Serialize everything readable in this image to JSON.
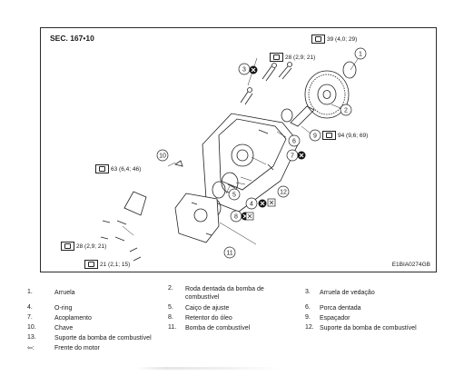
{
  "header": {
    "section": "SEC. 167•10"
  },
  "image_code": "E1BIA0274GB",
  "torques": [
    {
      "id": "t1",
      "value": "39 (4,0; 29)"
    },
    {
      "id": "t2",
      "value": "28 (2,9; 21)"
    },
    {
      "id": "t3",
      "value": "94 (9,6; 69)"
    },
    {
      "id": "t4",
      "value": "63 (6,4; 46)"
    },
    {
      "id": "t5",
      "value": "28 (2,9; 21)"
    },
    {
      "id": "t6",
      "value": "21 (2,1; 15)"
    }
  ],
  "callouts": [
    "1",
    "2",
    "3",
    "4",
    "5",
    "6",
    "7",
    "8",
    "9",
    "10",
    "11",
    "12"
  ],
  "legend": [
    {
      "num": "1.",
      "text": "Arruela"
    },
    {
      "num": "2.",
      "text": "Roda dentada da bomba de combustível"
    },
    {
      "num": "3.",
      "text": "Arruela de vedação"
    },
    {
      "num": "4.",
      "text": "O-ring"
    },
    {
      "num": "5.",
      "text": "Caiço de ajuste"
    },
    {
      "num": "6.",
      "text": "Porca dentada"
    },
    {
      "num": "7.",
      "text": "Acoplamento"
    },
    {
      "num": "8.",
      "text": "Retentor do óleo"
    },
    {
      "num": "9.",
      "text": "Espaçador"
    },
    {
      "num": "10.",
      "text": "Chave"
    },
    {
      "num": "11.",
      "text": "Bomba de combustível"
    },
    {
      "num": "12.",
      "text": "Suporte da bomba de combustível"
    },
    {
      "num": "13.",
      "text": "Suporte da bomba de combustível"
    },
    {
      "num": "⇦:",
      "text": "Frente do motor"
    }
  ]
}
